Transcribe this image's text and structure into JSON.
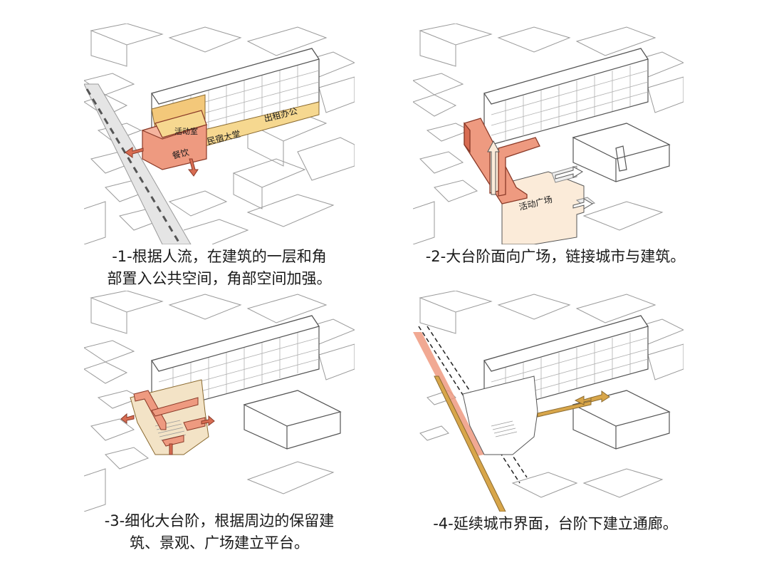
{
  "panels": [
    {
      "caption_lines": [
        "-1-根据人流，在建筑的一层和角",
        "部置入公共空间，角部空间加强。"
      ],
      "labels": {
        "activity_room": "活动室",
        "homestay_hall": "民宿大堂",
        "rental_office": "出租办公",
        "dining": "餐饮"
      }
    },
    {
      "caption_lines": [
        "-2-大台阶面向广场，链接城市与建筑。"
      ],
      "labels": {
        "activity_square": "活动广场"
      }
    },
    {
      "caption_lines": [
        "-3-细化大台阶，根据周边的保留建",
        "筑、景观、广场建立平台。"
      ],
      "labels": {}
    },
    {
      "caption_lines": [
        "-4-延续城市界面，台阶下建立通廊。"
      ],
      "labels": {}
    }
  ],
  "colors": {
    "salmon": "#ee9a80",
    "salmon_dark": "#d86c52",
    "yellow": "#f6d890",
    "yellow_dark": "#e8b85a",
    "plaza": "#fbebd9",
    "ochre": "#d8a64a",
    "line": "#555555"
  }
}
